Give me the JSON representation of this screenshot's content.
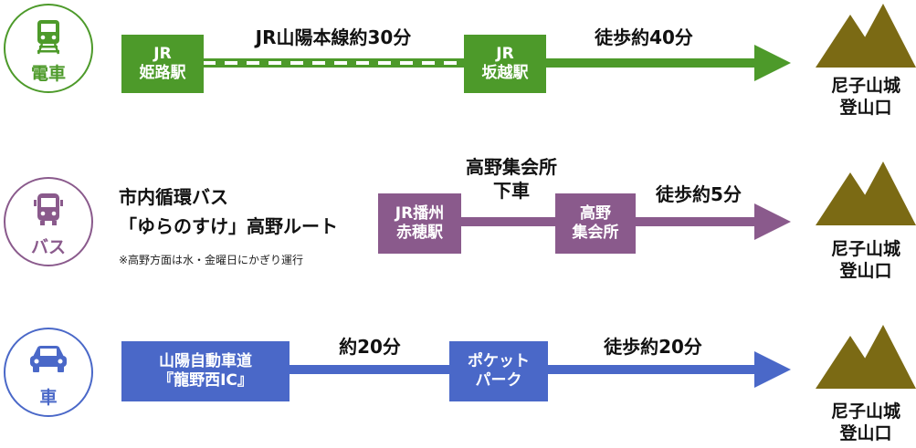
{
  "colors": {
    "train": "#4d9a2a",
    "bus": "#8a5a8c",
    "car": "#4a68c8",
    "mountain": "#7b6a14"
  },
  "train": {
    "mode_label": "電車",
    "icon": "train-icon",
    "start_box": [
      "JR",
      "姫路駅"
    ],
    "segment1_label": "JR山陽本線約30分",
    "mid_box": [
      "JR",
      "坂越駅"
    ],
    "segment2_label": "徒歩約40分",
    "destination": [
      "尼子山城",
      "登山口"
    ]
  },
  "bus": {
    "mode_label": "バス",
    "icon": "bus-icon",
    "route_title": [
      "市内循環バス",
      "「ゆらのすけ」高野ルート"
    ],
    "note": "※高野方面は水・金曜日にかぎり運行",
    "start_box": [
      "JR播州",
      "赤穂駅"
    ],
    "segment1_label": [
      "高野集会所",
      "下車"
    ],
    "mid_box": [
      "高野",
      "集会所"
    ],
    "segment2_label": "徒歩約5分",
    "destination": [
      "尼子山城",
      "登山口"
    ]
  },
  "car": {
    "mode_label": "車",
    "icon": "car-icon",
    "start_box": [
      "山陽自動車道",
      "『龍野西IC』"
    ],
    "segment1_label": "約20分",
    "mid_box": [
      "ポケット",
      "パーク"
    ],
    "segment2_label": "徒歩約20分",
    "destination": [
      "尼子山城",
      "登山口"
    ]
  }
}
